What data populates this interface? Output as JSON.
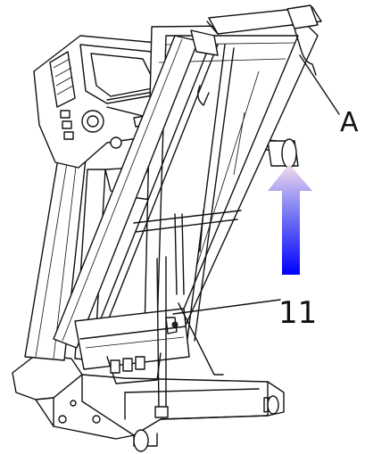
{
  "callouts": {
    "part_a": "A",
    "part_11": "11"
  },
  "arrow": {
    "direction": "up",
    "color_top": "#f3d7ea",
    "color_bottom": "#0000ff"
  }
}
